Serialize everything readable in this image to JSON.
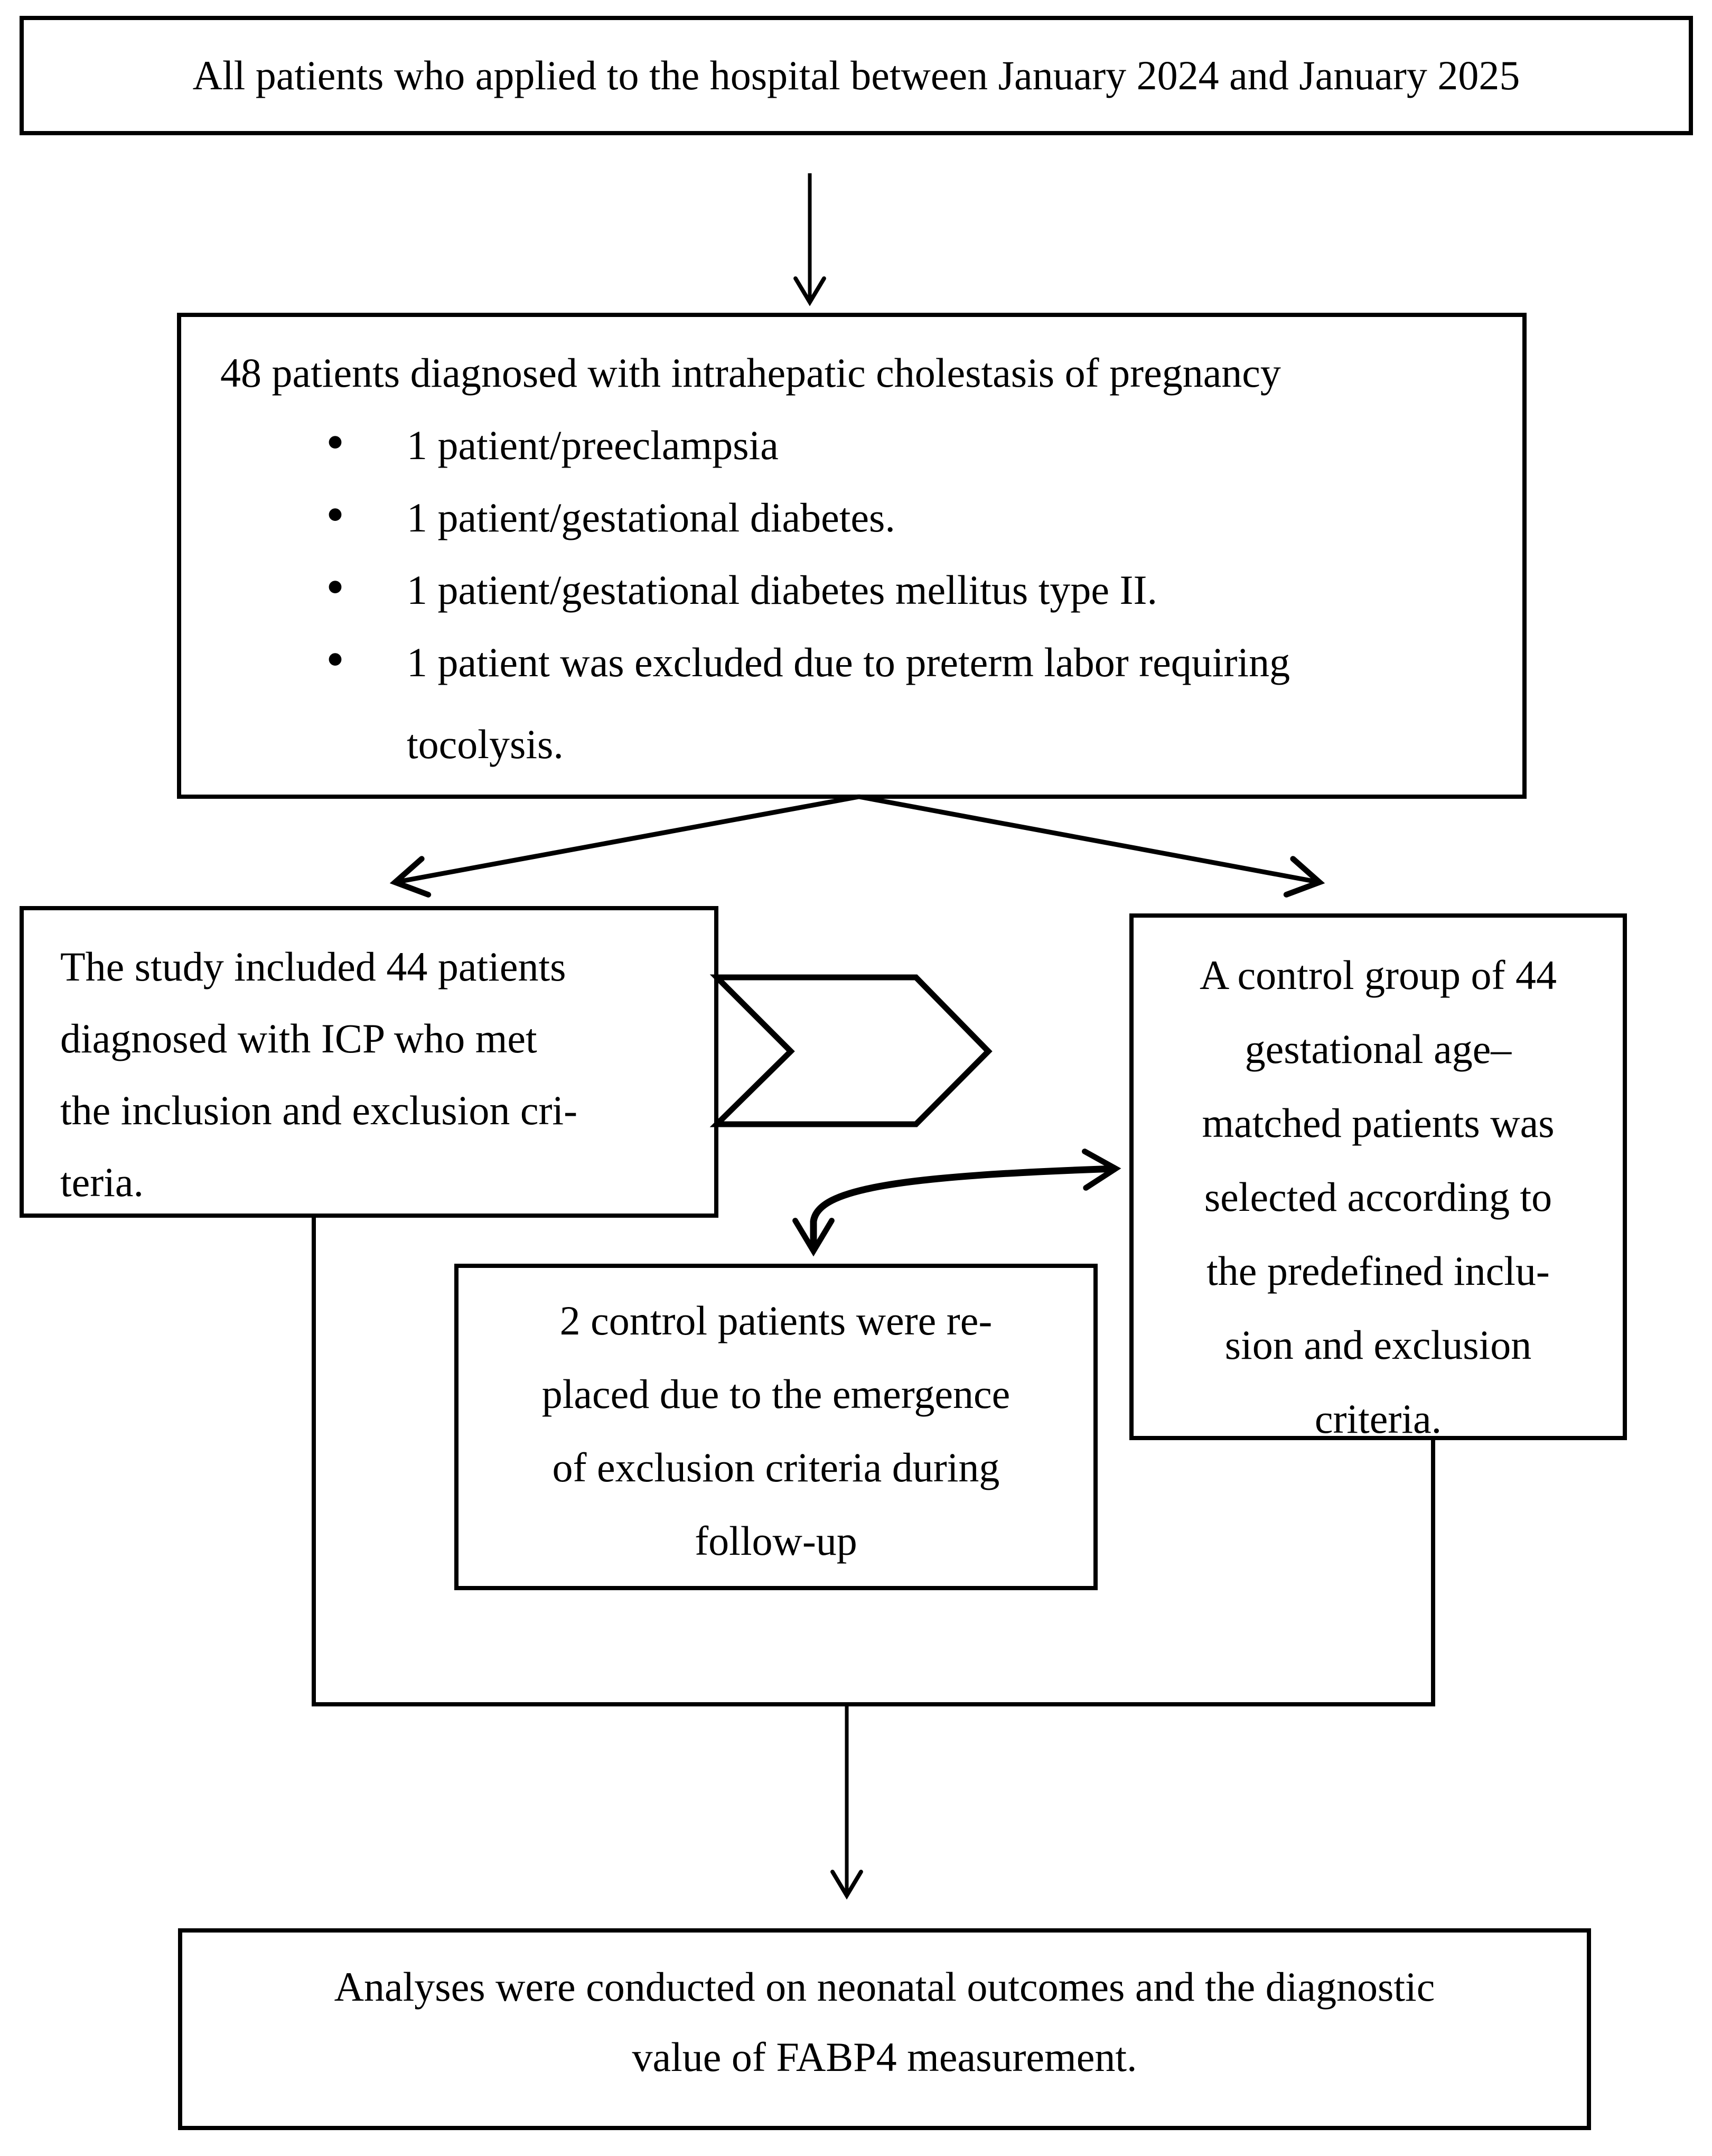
{
  "colors": {
    "ink": "#000000",
    "background": "#ffffff"
  },
  "flowchart": {
    "bullet_char": "•",
    "boxes": {
      "population": {
        "text": "All patients who applied to the hospital between January 2024 and January 2025"
      },
      "diagnosed": {
        "heading": "48 patients diagnosed with intrahepatic cholestasis of pregnancy",
        "bullets": [
          "1 patient/preeclampsia",
          "1 patient/gestational diabetes.",
          "1 patient/gestational diabetes mellitus type II.",
          "1 patient was excluded due to preterm labor requiring"
        ],
        "continuation": "tocolysis."
      },
      "included": {
        "lines": [
          "The study included 44 patients",
          "diagnosed with ICP who met",
          "the inclusion and exclusion cri-",
          "teria."
        ]
      },
      "control": {
        "lines": [
          "A control group of 44",
          "gestational age–",
          "matched patients was",
          "selected according to",
          "the predefined inclu-",
          "sion and exclusion",
          "criteria."
        ]
      },
      "replaced": {
        "lines": [
          "2 control patients were re-",
          "placed due to the emergence",
          "of exclusion criteria during",
          "follow-up"
        ]
      },
      "analyses": {
        "lines": [
          "Analyses were conducted on neonatal outcomes and the diagnostic",
          "value of FABP4 measurement."
        ]
      }
    }
  }
}
